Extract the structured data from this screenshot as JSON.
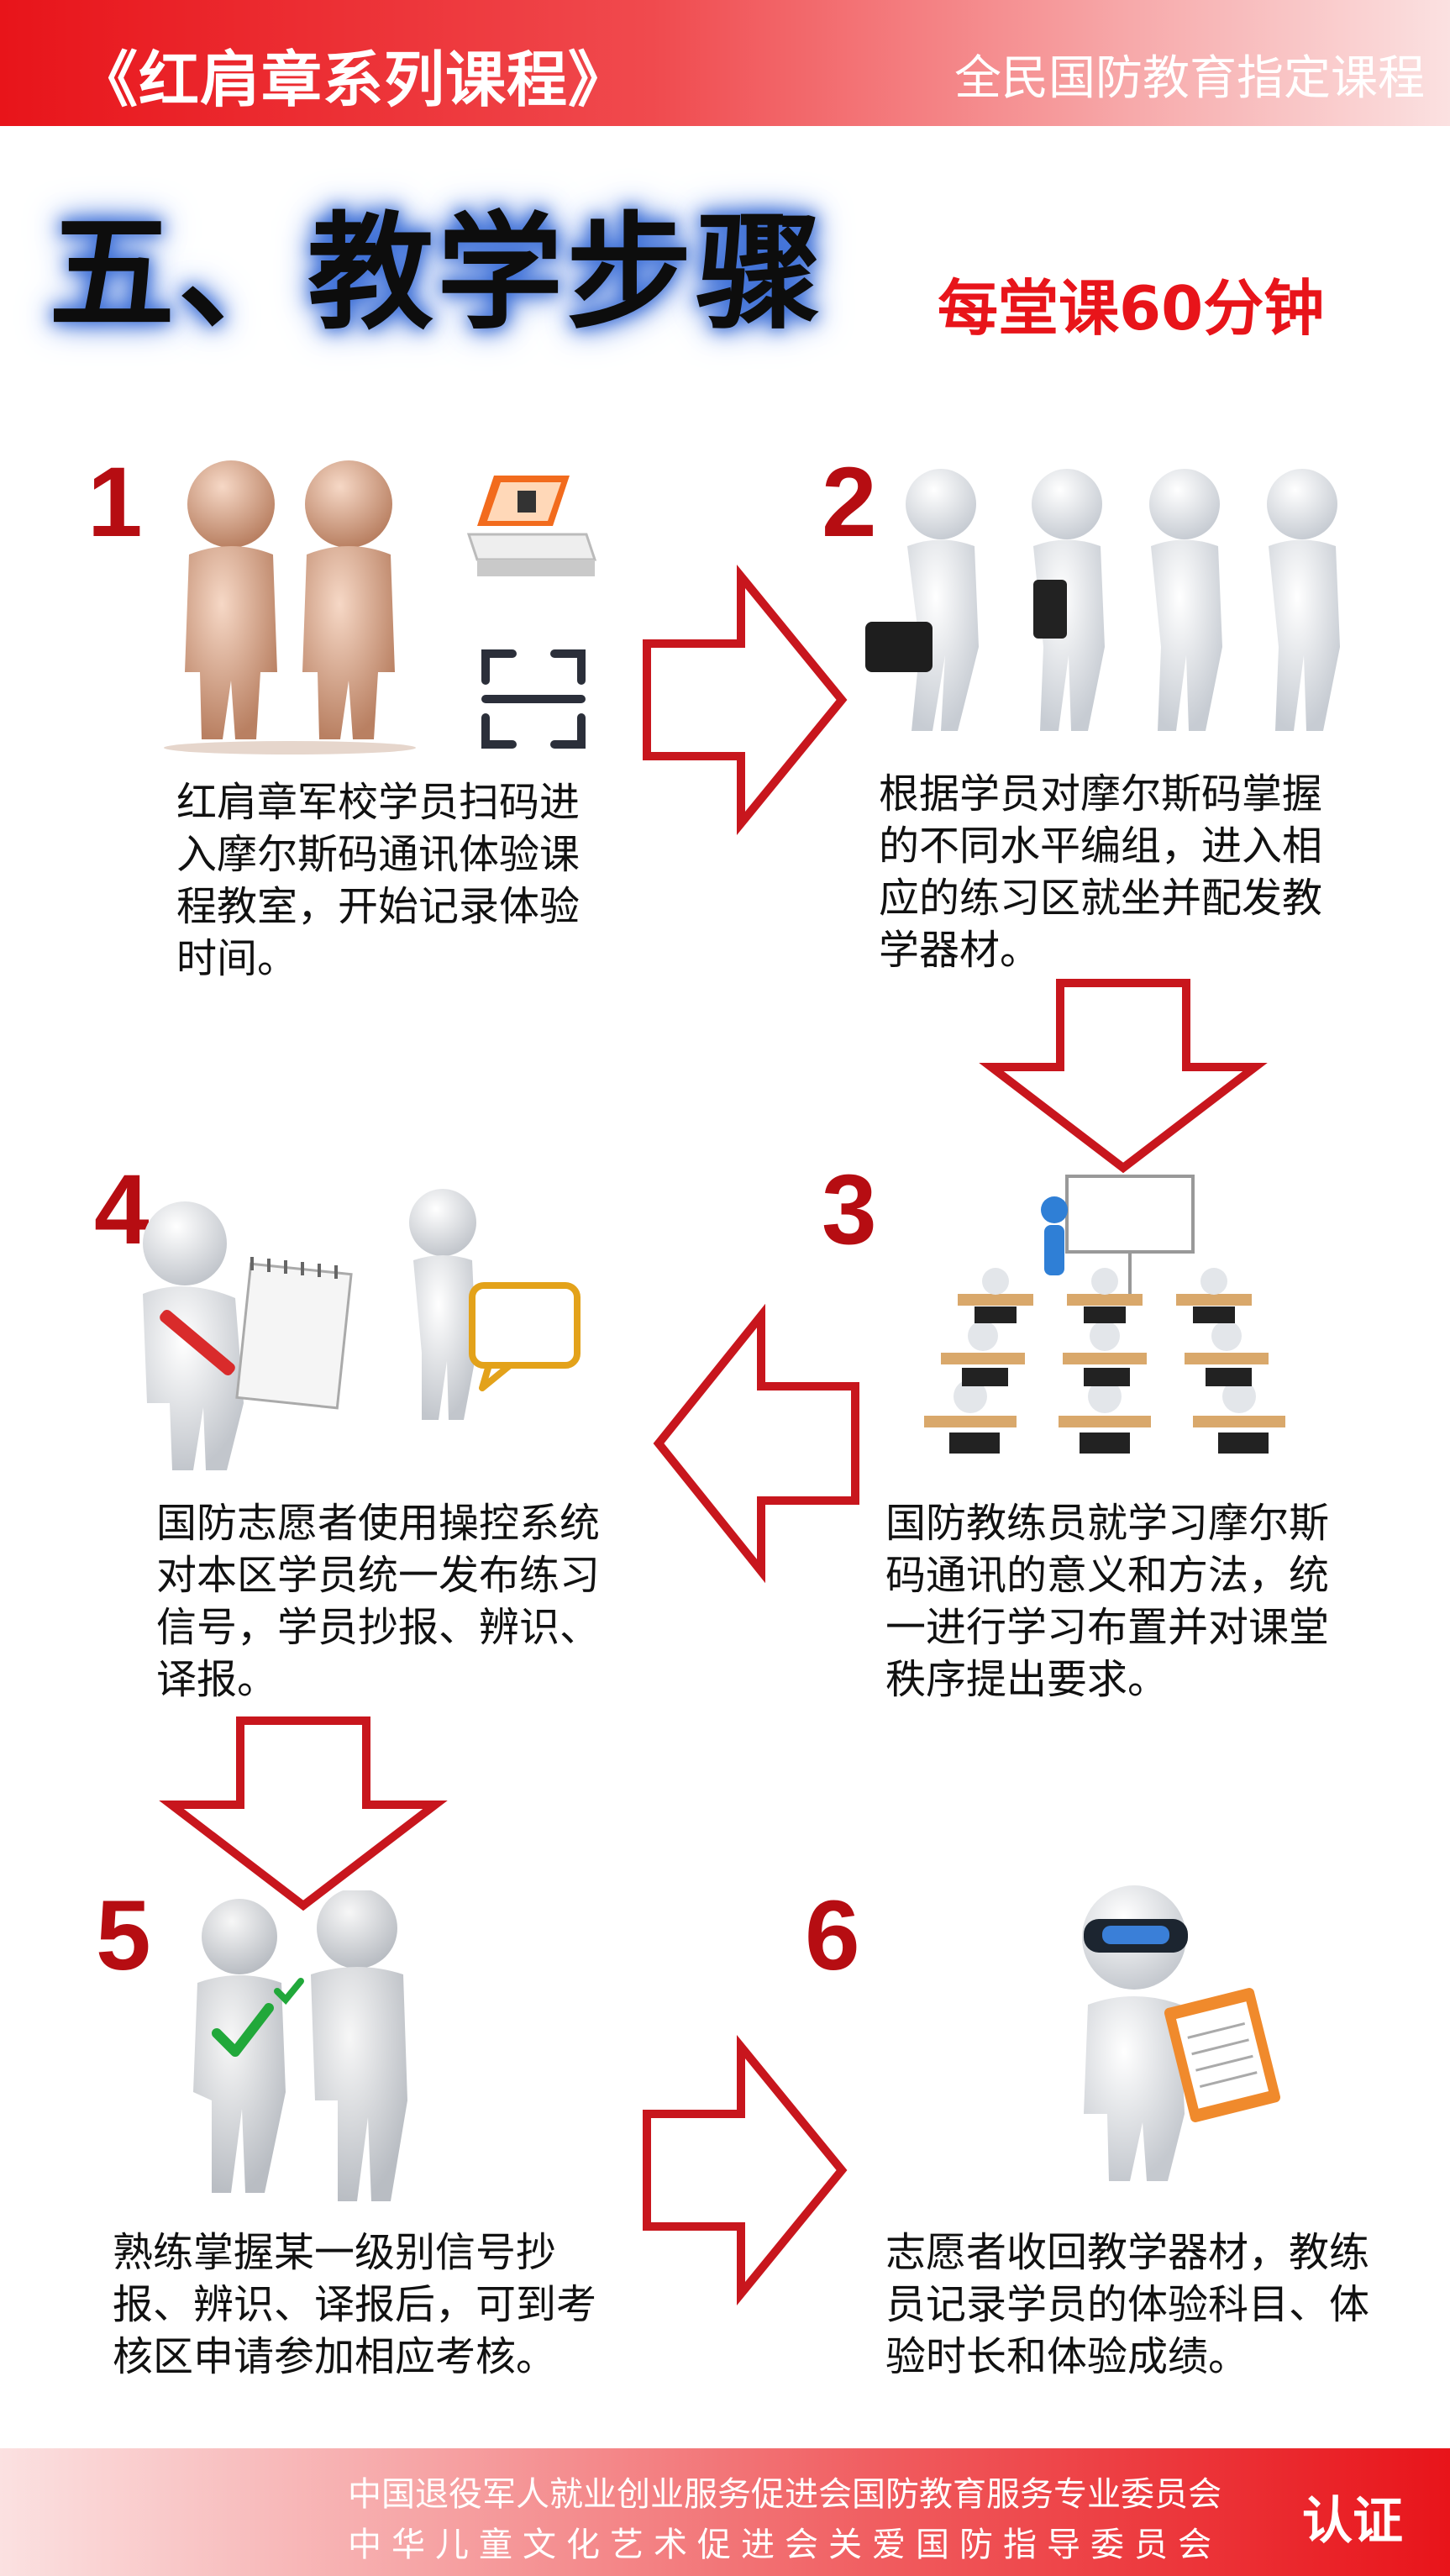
{
  "header": {
    "course_title": "《红肩章系列课程》",
    "designation": "全民国防教育指定课程"
  },
  "section_heading": "五、教学步骤",
  "duration": "每堂课60分钟",
  "steps": [
    {
      "number": "1",
      "text": "红肩章军校学员扫码进入摩尔斯码通讯体验课程教室，开始记录体验时间。"
    },
    {
      "number": "2",
      "text": "根据学员对摩尔斯码掌握的不同水平编组，进入相应的练习区就坐并配发教学器材。"
    },
    {
      "number": "3",
      "text": "国防教练员就学习摩尔斯码通讯的意义和方法，统一进行学习布置并对课堂秩序提出要求。"
    },
    {
      "number": "4",
      "text": "国防志愿者使用操控系统对本区学员统一发布练习信号，学员抄报、辨识、译报。"
    },
    {
      "number": "5",
      "text": "熟练掌握某一级别信号抄报、辨识、译报后，可到考核区申请参加相应考核。"
    },
    {
      "number": "6",
      "text": "志愿者收回教学器材，教练员记录学员的体验科目、体验时长和体验成绩。"
    }
  ],
  "footer": {
    "org_line1": "中国退役军人就业创业服务促进会国防教育服务专业委员会",
    "org_line2": "中华儿童文化艺术促进会关爱国防指导委员会",
    "certification": "认证"
  },
  "colors": {
    "brand_red": "#e8141a",
    "step_number_red": "#b60d12",
    "heading_glow_blue": "#3d6fd6",
    "arrow_stroke": "#c8161d"
  },
  "icons": [
    "figures-pair-icon",
    "scanner-icon",
    "scan-frame-icon",
    "walking-figures-icon",
    "classroom-icon",
    "notepad-figure-icon",
    "speech-bubble-icon",
    "checkmark-figures-icon",
    "robot-clipboard-icon"
  ]
}
